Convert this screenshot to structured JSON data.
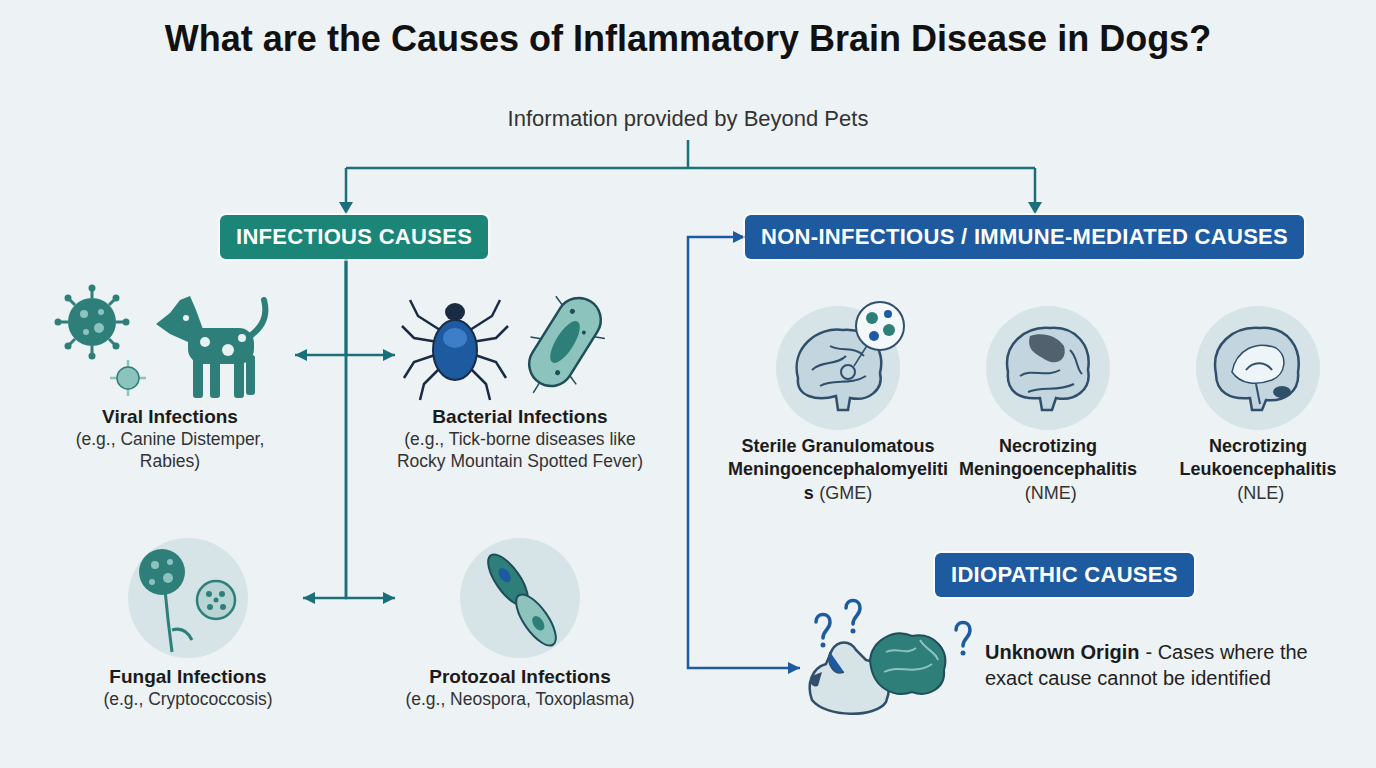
{
  "diagram": {
    "title": "What are the Causes of Inflammatory Brain Disease in Dogs?",
    "nodes": [
      {
        "text": [
          "INFECTIOUS CAUSES"
        ]
      },
      {
        "text": [
          "NON-INFECTIOUS / IMMUNE-MEDIATED CAUSES"
        ]
      },
      {
        "text": [
          "Viral Infections",
          "(e.g., Canine Distemper, Rabies)"
        ]
      },
      {
        "text": [
          "Bacterial Infections",
          "(e.g., Tick-borne diseases like Rocky Mountain Spotted Fever)"
        ]
      },
      {
        "text": [
          "Fungal Infections",
          "(e.g., Cryptococcosis)"
        ]
      },
      {
        "text": [
          "Protozoal Infections",
          "(e.g., Neospora, Toxoplasma)"
        ]
      },
      {
        "text": [
          "Sterile Granulomatous Meningoencephalomyelitis",
          "(GME)"
        ]
      },
      {
        "text": [
          "Necrotizing Meningoencephalitis",
          "(NME)"
        ]
      },
      {
        "text": [
          "Necrotizing Leukoencephalitis",
          "(NLE)"
        ]
      },
      {
        "text": [
          "IDIOPATHIC CAUSES"
        ]
      },
      {
        "text": [
          "Unknown Origin",
          "- Cases where the exact cause cannot be identified"
        ]
      }
    ],
    "edges": [
      {
        "from": 0,
        "to": 2,
        "arrow": "to"
      },
      {
        "from": 0,
        "to": 3,
        "arrow": "to"
      },
      {
        "from": 0,
        "to": 4,
        "arrow": "to"
      },
      {
        "from": 0,
        "to": 5,
        "arrow": "to"
      },
      {
        "from": 1,
        "to": 10,
        "arrow": "both"
      }
    ],
    "labels": [
      "Information provided by Beyond Pets"
    ]
  }
}
